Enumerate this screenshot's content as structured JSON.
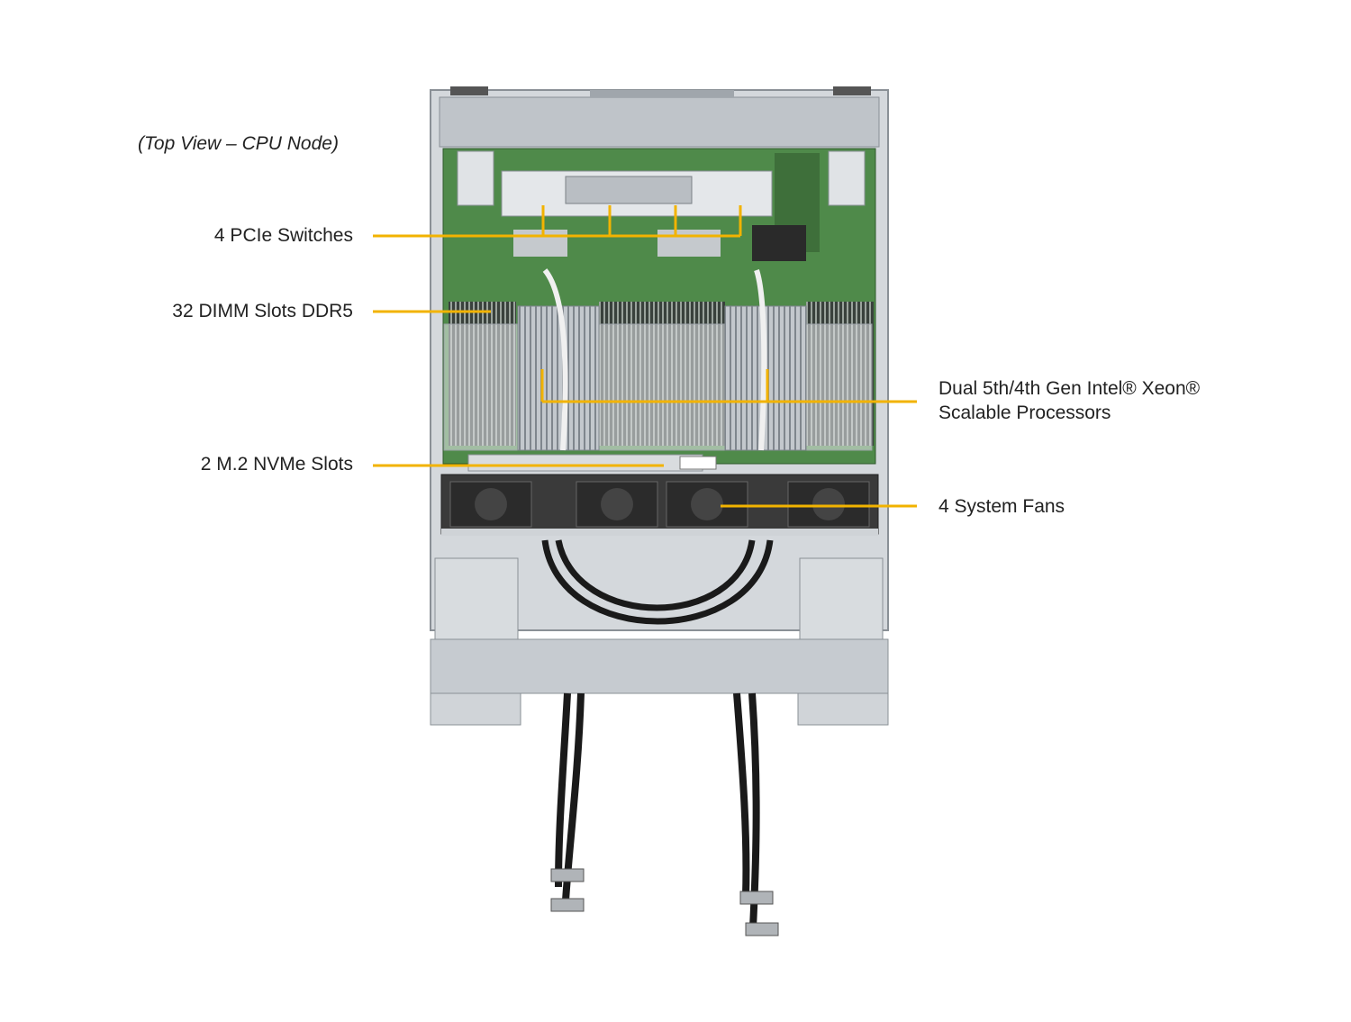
{
  "caption": "(Top View – CPU Node)",
  "callouts": {
    "pcie": "4 PCIe Switches",
    "dimm": "32 DIMM Slots DDR5",
    "m2": "2 M.2 NVMe Slots",
    "cpu_line1": "Dual 5th/4th Gen Intel® Xeon®",
    "cpu_line2": "Scalable Processors",
    "fans": "4 System Fans"
  },
  "colors": {
    "callout_line": "#f2b300",
    "chassis": "#c9ced3",
    "motherboard": "#4f8a4a",
    "heatsink": "#b8bdc2",
    "fan": "#2b2b2b",
    "hose": "#1a1a1a"
  }
}
